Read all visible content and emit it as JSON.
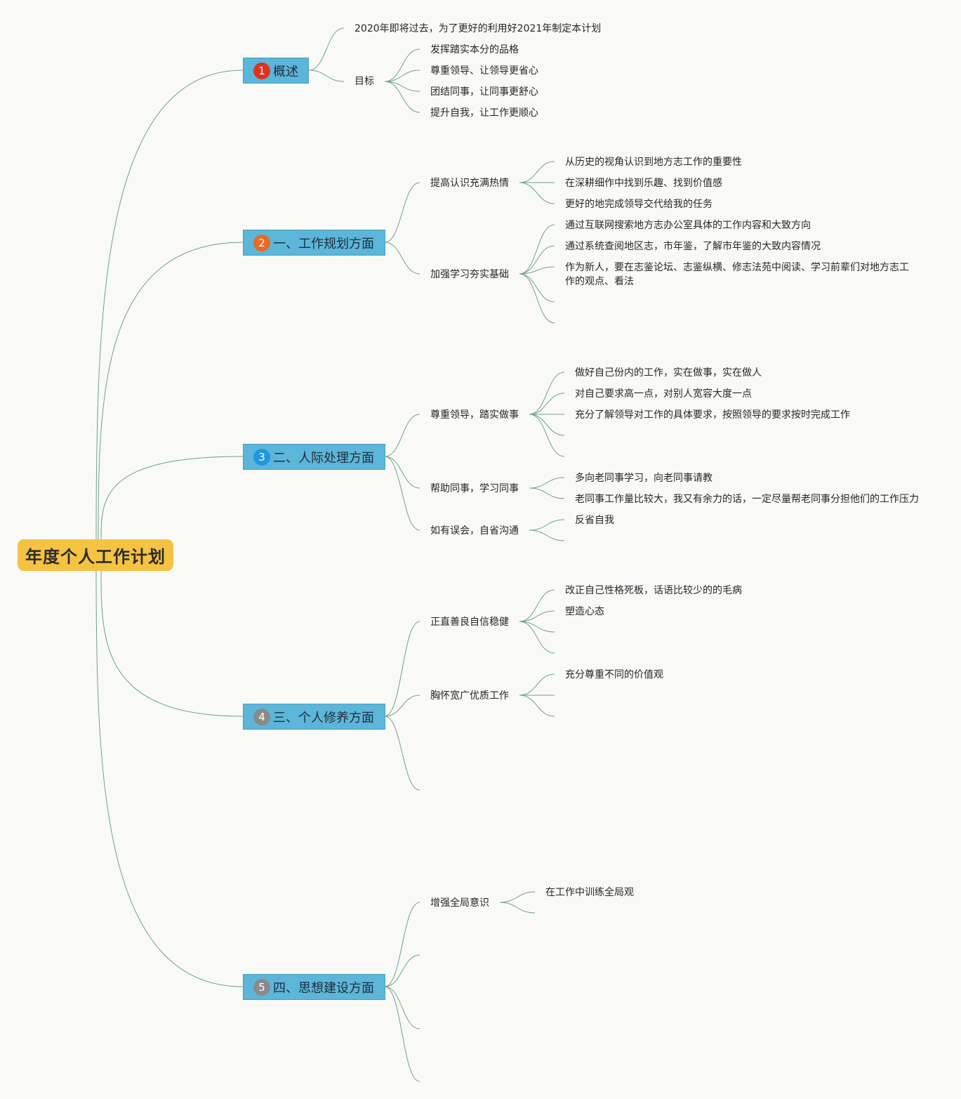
{
  "root": {
    "label": "年度个人工作计划"
  },
  "accent_colors": {
    "line": "#6fa08e",
    "root_fill": "#f5c242",
    "node_fill": "#5cb6d9"
  },
  "branches": [
    {
      "number": "1",
      "badge_color": "#e0321f",
      "label": "概述",
      "intro": "2020年即将过去，为了更好的利用好2021年制定本计划",
      "subs": [
        {
          "label": "目标",
          "items": [
            "发挥踏实本分的品格",
            "尊重领导、让领导更省心",
            "团结同事，让同事更舒心",
            "提升自我，让工作更顺心"
          ]
        }
      ]
    },
    {
      "number": "2",
      "badge_color": "#e86a24",
      "label": "一、工作规划方面",
      "subs": [
        {
          "label": "提高认识充满热情",
          "items": [
            "从历史的视角认识到地方志工作的重要性",
            "在深耕细作中找到乐趣、找到价值感",
            "更好的地完成领导交代给我的任务"
          ]
        },
        {
          "label": "加强学习夯实基础",
          "items": [
            "通过互联网搜索地方志办公室具体的工作内容和大致方向",
            "通过系统查阅地区志，市年鉴，了解市年鉴的大致内容情况",
            "作为新人，要在志鉴论坛、志鉴纵横、修志法苑中阅读、学习前辈们对地方志工作的观点、看法"
          ]
        }
      ]
    },
    {
      "number": "3",
      "badge_color": "#2196e0",
      "label": "二、人际处理方面",
      "subs": [
        {
          "label": "尊重领导，踏实做事",
          "items": [
            "做好自己份内的工作，实在做事，实在做人",
            "对自己要求高一点，对别人宽容大度一点",
            "充分了解领导对工作的具体要求，按照领导的要求按时完成工作"
          ]
        },
        {
          "label": "帮助同事，学习同事",
          "items": [
            "多向老同事学习，向老同事请教",
            "老同事工作量比较大，我又有余力的话，一定尽量帮老同事分担他们的工作压力"
          ]
        },
        {
          "label": "如有误会，自省沟通",
          "items": [
            "反省自我"
          ]
        }
      ]
    },
    {
      "number": "4",
      "badge_color": "#8a8a8a",
      "label": "三、个人修养方面",
      "subs": [
        {
          "label": "正直善良自信稳健",
          "items": [
            "改正自己性格死板，话语比较少的的毛病",
            "塑造心态"
          ]
        },
        {
          "label": "胸怀宽广优质工作",
          "items": [
            "充分尊重不同的价值观"
          ]
        }
      ]
    },
    {
      "number": "5",
      "badge_color": "#8a8a8a",
      "label": "四、思想建设方面",
      "subs": [
        {
          "label": "增强全局意识",
          "items": [
            "在工作中训练全局观"
          ]
        }
      ]
    }
  ]
}
